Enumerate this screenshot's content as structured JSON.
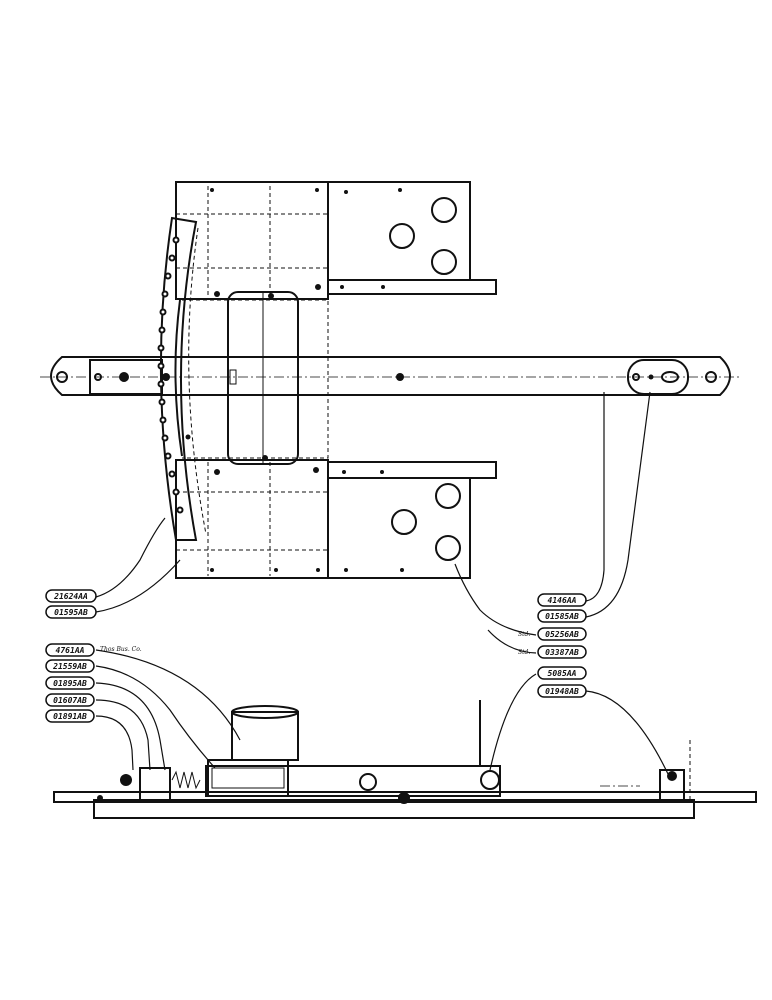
{
  "drawing": {
    "description_free": true,
    "plan_view_labels": [
      {
        "id": "pl1",
        "text": "21624AA"
      },
      {
        "id": "pl2",
        "text": "01595AB"
      }
    ],
    "right_labels": [
      {
        "id": "rl1",
        "text": "4146AA"
      },
      {
        "id": "rl2",
        "text": "01585AB"
      },
      {
        "id": "rl3",
        "text": "05256AB",
        "note": "Std."
      },
      {
        "id": "rl4",
        "text": "03387AB",
        "note": "Std."
      },
      {
        "id": "rl5",
        "text": "5085AA"
      },
      {
        "id": "rl6",
        "text": "01948AB"
      }
    ],
    "elevation_labels": [
      {
        "id": "el1",
        "text": "4761AA",
        "note": "Thos Bus. Co."
      },
      {
        "id": "el2",
        "text": "21559AB"
      },
      {
        "id": "el3",
        "text": "01895AB"
      },
      {
        "id": "el4",
        "text": "01607AB"
      },
      {
        "id": "el5",
        "text": "01891AB"
      }
    ]
  }
}
